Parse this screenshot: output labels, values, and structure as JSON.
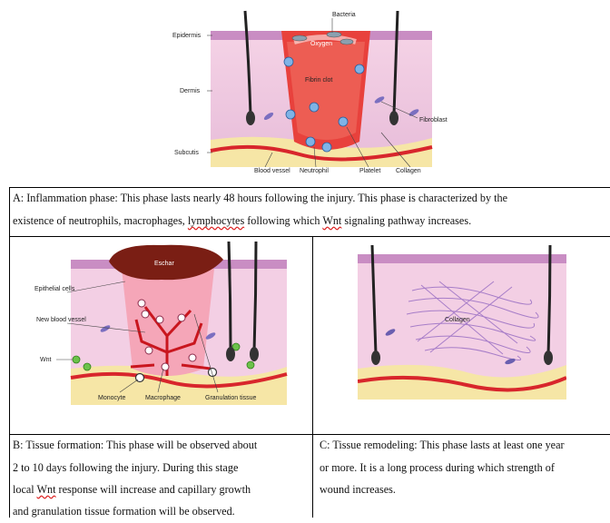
{
  "panelA": {
    "labels": {
      "epidermis": "Epidermis",
      "dermis": "Dermis",
      "subcutis": "Subcutis",
      "bacteria": "Bacteria",
      "oxygen": "Oxygen",
      "fibrin_clot": "Fibrin clot",
      "fibroblast": "Fibroblast",
      "blood_vessel": "Blood vessel",
      "neutrophil": "Neutrophil",
      "platelet": "Platelet",
      "collagen": "Collagen"
    },
    "caption": {
      "line1": "A: Inflammation phase: This phase lasts nearly 48 hours following the injury. This phase is characterized by the",
      "line2_pre": "existence of neutrophils, macrophages, ",
      "line2_w1": "lymphocytes",
      "line2_mid": " following which ",
      "line2_w2": "Wnt",
      "line2_post": " signaling pathway increases."
    }
  },
  "panelB": {
    "labels": {
      "eschar": "Eschar",
      "epithelial_cells": "Epithelial cells",
      "new_blood_vessel": "New blood vessel",
      "wnt": "Wnt",
      "monocyte": "Monocyte",
      "macrophage": "Macrophage",
      "granulation_tissue": "Granulation tissue"
    },
    "caption": {
      "line1": "B: Tissue formation: This phase will be observed about",
      "line2": "2 to 10 days following the injury. During this stage",
      "line3_pre": "local ",
      "line3_w": "Wnt",
      "line3_post": " response will increase and capillary growth",
      "line4": "and granulation tissue formation will be observed."
    }
  },
  "panelC": {
    "labels": {
      "collagen": "Collagen"
    },
    "caption": {
      "line1": "C: Tissue remodeling: This phase lasts at least one year",
      "line2": "or more. It is a long process during which strength of",
      "line3": "wound increases."
    }
  },
  "colors": {
    "skin_pink": "#f2c6dc",
    "dermis_purple": "#d8b3dc",
    "epidermis": "#c98dc3",
    "fat": "#f6e6a6",
    "blood": "#d8262c",
    "clot": "#e8413c",
    "eschar": "#7a1e14"
  }
}
